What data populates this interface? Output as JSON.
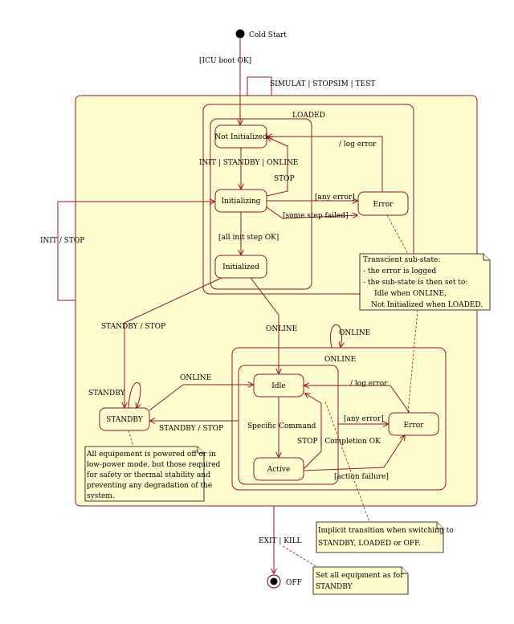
{
  "states": {
    "cold_start": "Cold Start",
    "off": "OFF",
    "loaded": "LOADED",
    "online": "ONLINE",
    "not_initialized": "Not Initialized",
    "initializing": "Initializing",
    "initialized": "Initialized",
    "error": "Error",
    "idle": "Idle",
    "active": "Active",
    "standby": "STANDBY"
  },
  "transitions": {
    "icu_boot_ok": "[ICU boot OK]",
    "simulat": "SIMULAT | STOPSIM | TEST",
    "init_standby_online": "INIT | STANDBY | ONLINE",
    "stop": "STOP",
    "log_error_loaded": "/ log error",
    "any_error_loaded": "[any error]",
    "some_step_failed": "[some step failed]",
    "all_init_step_ok": "[all init step OK]",
    "init_stop": "INIT / STOP",
    "standby_stop_left": "STANDBY / STOP",
    "online_down": "ONLINE",
    "online_self": "ONLINE",
    "standby_self": "STANDBY",
    "online_to_idle": "ONLINE",
    "standby_stop_online": "STANDBY / STOP",
    "specific_command": "Specific Command",
    "stop_completion": "STOP | Completion OK",
    "log_error_online": "/ log error",
    "any_error_online": "[any error]",
    "action_failure": "[action failure]",
    "exit_kill": "EXIT | KILL"
  },
  "notes": {
    "transient": [
      "Transcient sub-state:",
      "- the error is logged",
      "- the sub-state is then set to:",
      "Idle when ONLINE,",
      "Not Initialized when LOADED."
    ],
    "standby": [
      "All equipement is powered off or in",
      "low-power mode, but those required",
      "for safety or thermal stability and",
      "preventing any degradation of the",
      "system."
    ],
    "implicit": [
      "Implicit transition when switching to",
      "STANDBY, LOADED or OFF."
    ],
    "set_all": [
      "Set all equipment as for",
      "STANDBY"
    ]
  },
  "colors": {
    "state_fill": "#fffdd0",
    "line": "#8b1a2b"
  }
}
